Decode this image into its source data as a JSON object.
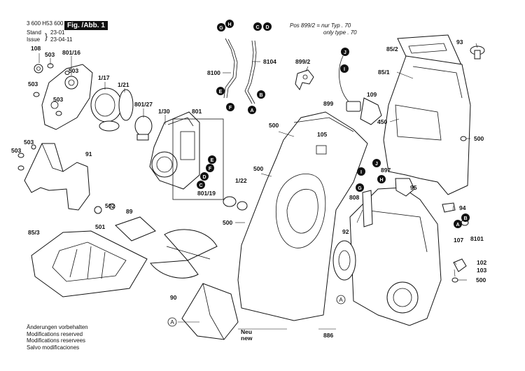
{
  "header": {
    "doc_number": "3 600 H53 600",
    "fig_label": "Fig. /Abb. 1",
    "stand_label": "Stand",
    "stand_value": "23-01",
    "issue_label": "Issue",
    "issue_value": "23-04-11"
  },
  "pos_note": {
    "line1": "Pos 899/2 = nur Typ . 70",
    "line2": "only type . 70"
  },
  "footer_notes": [
    "Änderungen vorbehalten",
    "Modifications reserved",
    "Modifications reservees",
    "Salvo modificaciones"
  ],
  "parts": {
    "p108": "108",
    "p503a": "503",
    "p801_16": "801/16",
    "p503b": "503",
    "p503c": "503",
    "p503d": "503",
    "p1_17": "1/17",
    "p1_21": "1/21",
    "p801_27": "801/27",
    "p1_30": "1/30",
    "p801": "801",
    "p503e": "503",
    "p503f": "503",
    "p91": "91",
    "p8100": "8100",
    "p8104": "8104",
    "p899_2": "899/2",
    "p899": "899",
    "p109": "109",
    "p85_2": "85/2",
    "p93": "93",
    "p85_1": "85/1",
    "p450": "450",
    "p500a": "500",
    "p105": "105",
    "p500b": "500",
    "p1_22": "1/22",
    "p801_19": "801/19",
    "p500c": "500",
    "p502": "502",
    "p89": "89",
    "p501": "501",
    "p85_3": "85/3",
    "p90": "90",
    "p897": "897",
    "p808": "808",
    "p95": "95",
    "p94": "94",
    "p92": "92",
    "p107": "107",
    "p8101": "8101",
    "p102": "102",
    "p103": "103",
    "p500d": "500",
    "p500e": "500",
    "p886": "886",
    "neu": "Neu",
    "new": "new"
  },
  "callouts": {
    "G1": "G",
    "H1": "H",
    "C1": "C",
    "D1": "D",
    "E1": "E",
    "F1": "F",
    "B1": "B",
    "A1": "A",
    "J1": "J",
    "I1": "I",
    "E2": "E",
    "F2": "F",
    "D2": "D",
    "C2": "C",
    "J2": "J",
    "I2": "I",
    "G2": "G",
    "H2": "H",
    "B2": "B",
    "A2": "A",
    "A3": "A",
    "A4": "A"
  }
}
